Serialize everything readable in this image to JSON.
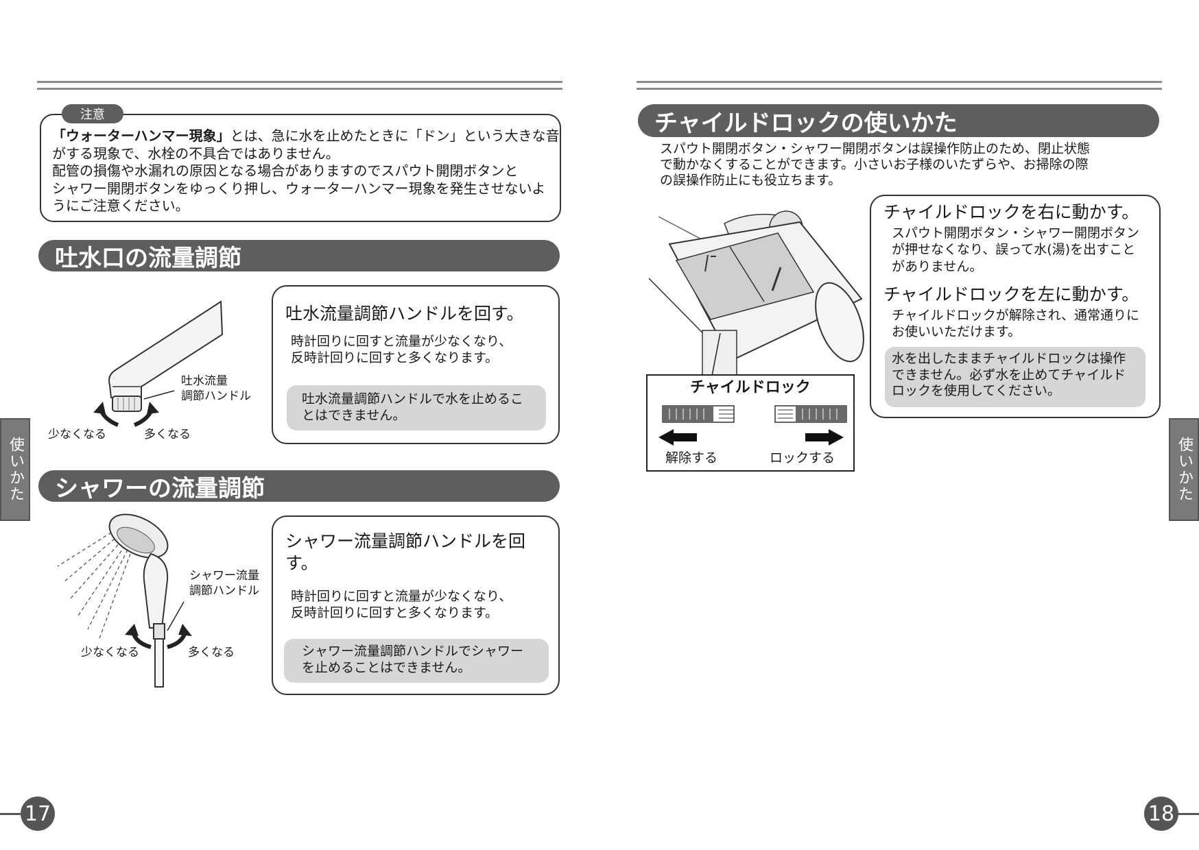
{
  "left": {
    "caution": {
      "badge": "注意",
      "term": "「ウォーターハンマー現象」",
      "line1_rest": "とは、急に水を止めたときに「ドン」という大きな音",
      "line2": "がする現象で、水栓の不具合ではありません。",
      "line3": "配管の損傷や水漏れの原因となる場合がありますのでスパウト開閉ボタンと",
      "line4": "シャワー開閉ボタンをゆっくり押し、ウォーターハンマー現象を発生させないよ",
      "line5": "うにご注意ください。"
    },
    "spout": {
      "title": "吐水口の流量調節",
      "heading": "吐水流量調節ハンドルを回す。",
      "body1": "時計回りに回すと流量が少なくなり、",
      "body2": "反時計回りに回すと多くなります。",
      "note1": "吐水流量調節ハンドルで水を止めるこ",
      "note2": "とはできません。",
      "label1": "吐水流量",
      "label2": "調節ハンドル",
      "less": "少なくなる",
      "more": "多くなる"
    },
    "shower": {
      "title": "シャワーの流量調節",
      "heading1": "シャワー流量調節ハンドルを回",
      "heading2": "す。",
      "body1": "時計回りに回すと流量が少なくなり、",
      "body2": "反時計回りに回すと多くなります。",
      "note1": "シャワー流量調節ハンドルでシャワー",
      "note2": "を止めることはできません。",
      "label1": "シャワー流量",
      "label2": "調節ハンドル",
      "less": "少なくなる",
      "more": "多くなる"
    },
    "side_tab": "使いかた",
    "page_number": "17"
  },
  "right": {
    "title": "チャイルドロックの使いかた",
    "intro1": "スパウト開閉ボタン・シャワー開閉ボタンは誤操作防止のため、閉止状態",
    "intro2": "で動かなくすることができます。小さいお子様のいたずらや、お掃除の際",
    "intro3": "の誤操作防止にも役立ちます。",
    "right_heading": "チャイルドロックを右に動かす。",
    "right_body1": "スパウト開閉ボタン・シャワー開閉ボタン",
    "right_body2": "が押せなくなり、誤って水(湯)を出すこと",
    "right_body3": "がありません。",
    "left_heading": "チャイルドロックを左に動かす。",
    "left_body1": "チャイルドロックが解除され、通常通りに",
    "left_body2": "お使いいただけます。",
    "note1": "水を出したままチャイルドロックは操作",
    "note2": "できません。必ず水を止めてチャイルド",
    "note3": "ロックを使用してください。",
    "inset_title": "チャイルドロック",
    "release": "解除する",
    "lock": "ロックする",
    "side_tab": "使いかた",
    "page_number": "18"
  }
}
